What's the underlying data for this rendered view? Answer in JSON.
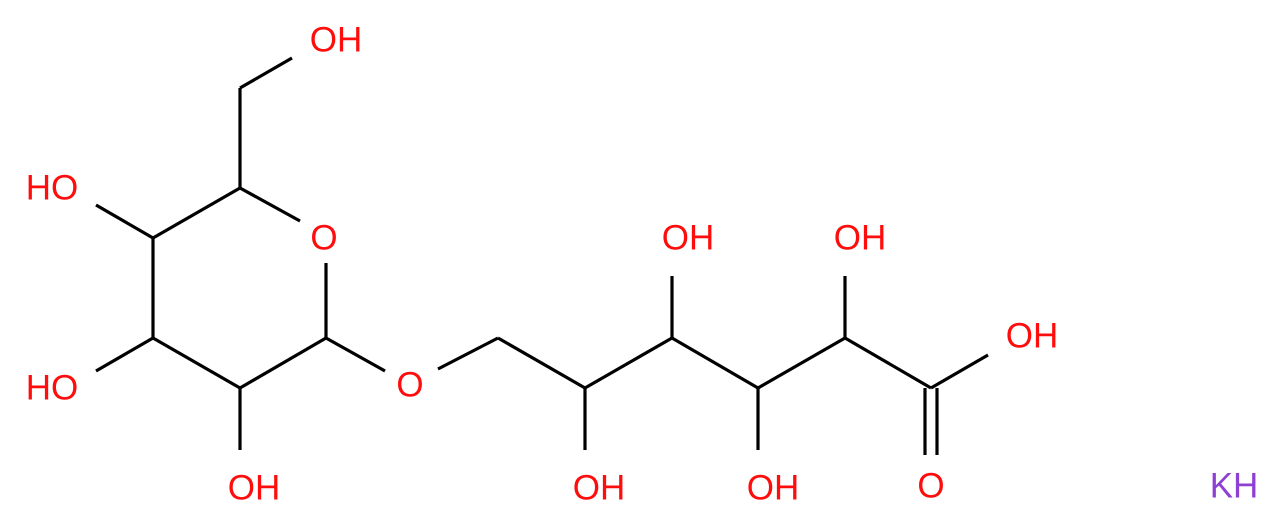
{
  "molecule": {
    "colors": {
      "bond": "#000000",
      "oxygen": "#ff0d0d",
      "potassium": "#8f40d4"
    },
    "labels": {
      "oh_ch2": "OH",
      "oh_c4": "HO",
      "o_ring": "O",
      "oh_c3": "HO",
      "oh_c2": "OH",
      "o_glycosidic": "O",
      "oh_c5_acid": "OH",
      "oh_c4_acid": "OH",
      "oh_c3_acid": "OH",
      "oh_c2_acid": "OH",
      "oh_carboxyl": "OH",
      "o_carbonyl": "O",
      "kh": "KH"
    }
  }
}
